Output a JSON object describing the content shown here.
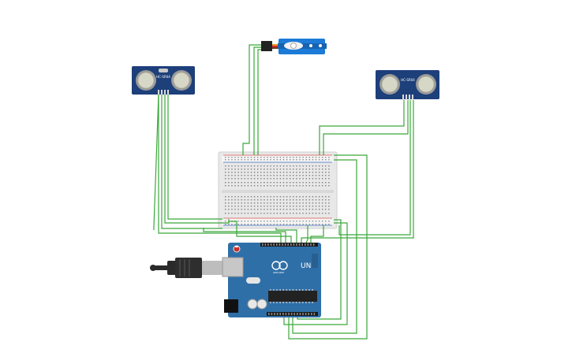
{
  "colors": {
    "wire": "#3aa83a",
    "sensor_board": "#1d3f7a",
    "transducer": "#c8c8c8",
    "arduino_board": "#2f6fa8",
    "breadboard": "#e6e6e6",
    "servo_body": "#1c7bd6",
    "rail_red": "#d9534f",
    "rail_blue": "#3b6fc4",
    "chip": "#222222",
    "usb_plug": "#2a2a2a"
  },
  "components": {
    "sensor_left": {
      "label": "HC-SR04"
    },
    "sensor_right": {
      "label": "HC-SR04"
    },
    "arduino": {
      "brand": "UNO",
      "maker": "ARDUINO"
    },
    "servo": {
      "name": "servo"
    },
    "breadboard": {
      "name": "breadboard"
    },
    "usb_cable": {
      "name": "usb-cable"
    }
  }
}
